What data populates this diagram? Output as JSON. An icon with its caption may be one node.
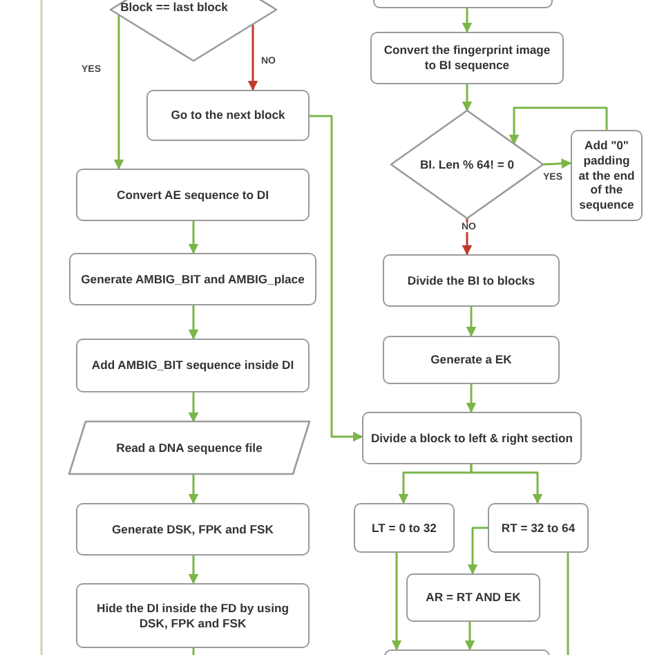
{
  "diagram": {
    "nodes": [
      {
        "text": [
          "Block == last block"
        ]
      },
      {
        "text": [
          "Go to the next block"
        ]
      },
      {
        "text": [
          "Convert AE sequence to DI"
        ]
      },
      {
        "text": [
          "Generate AMBIG_BIT and AMBIG_place"
        ]
      },
      {
        "text": [
          "Add AMBIG_BIT sequence inside DI"
        ]
      },
      {
        "text": [
          "Read a DNA sequence file"
        ]
      },
      {
        "text": [
          "Generate DSK, FPK and FSK"
        ]
      },
      {
        "text": [
          "Hide the DI inside the FD by using DSK, FPK and FSK"
        ]
      },
      {
        "text": [],
        "shape": "box"
      },
      {
        "text": [
          "Convert the fingerprint image to BI sequence"
        ]
      },
      {
        "text": [
          "BI. Len % 64! = 0"
        ]
      },
      {
        "text": [
          "Add \"0\" padding at the end of the sequence"
        ]
      },
      {
        "text": [
          "Divide the BI to blocks"
        ]
      },
      {
        "text": [
          "Generate a EK"
        ]
      },
      {
        "text": [
          "Divide a block to left & right section"
        ]
      },
      {
        "text": [
          "LT = 0 to 32"
        ]
      },
      {
        "text": [
          "RT = 32 to 64"
        ]
      },
      {
        "text": [
          "AR = RT AND EK"
        ]
      },
      {
        "text": [],
        "shape": "box"
      }
    ],
    "edges": [
      {
        "from": 0,
        "to": 2,
        "arrow": "to",
        "label": "YES"
      },
      {
        "from": 0,
        "to": 1,
        "arrow": "to",
        "label": "NO",
        "color": "#c0392b"
      },
      {
        "from": 1,
        "to": 14,
        "arrow": "to"
      },
      {
        "from": 2,
        "to": 3,
        "arrow": "to"
      },
      {
        "from": 3,
        "to": 4,
        "arrow": "to"
      },
      {
        "from": 4,
        "to": 5,
        "arrow": "to"
      },
      {
        "from": 5,
        "to": 6,
        "arrow": "to"
      },
      {
        "from": 6,
        "to": 7,
        "arrow": "to"
      },
      {
        "from": 7,
        "to": null,
        "arrow": "none"
      },
      {
        "from": 8,
        "to": 9,
        "arrow": "to"
      },
      {
        "from": 9,
        "to": 10,
        "arrow": "to"
      },
      {
        "from": 10,
        "to": 11,
        "arrow": "to",
        "label": "YES"
      },
      {
        "from": 11,
        "to": 10,
        "arrow": "to"
      },
      {
        "from": 10,
        "to": 12,
        "arrow": "to",
        "label": "NO",
        "color": "#c0392b"
      },
      {
        "from": 12,
        "to": 13,
        "arrow": "to"
      },
      {
        "from": 13,
        "to": 14,
        "arrow": "to"
      },
      {
        "from": 14,
        "to": 15,
        "arrow": "to"
      },
      {
        "from": 14,
        "to": 16,
        "arrow": "to"
      },
      {
        "from": 16,
        "to": 17,
        "arrow": "to"
      },
      {
        "from": 15,
        "to": 18,
        "arrow": "to"
      },
      {
        "from": 17,
        "to": 18,
        "arrow": "to"
      },
      {
        "from": 16,
        "to": null,
        "arrow": "none"
      }
    ]
  }
}
